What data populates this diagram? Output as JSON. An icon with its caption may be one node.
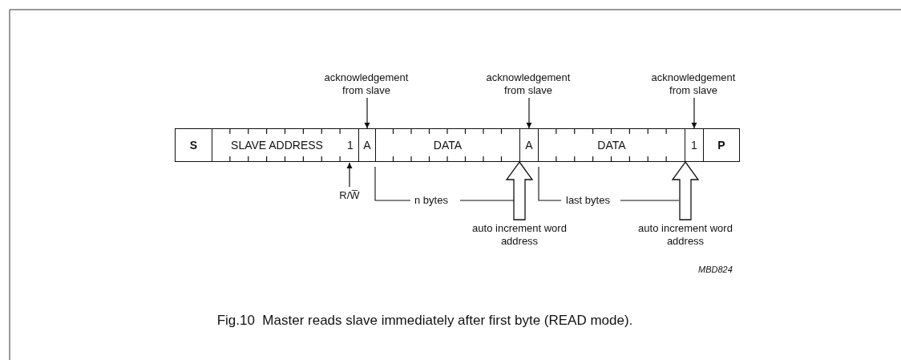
{
  "diagram": {
    "caption": "Fig.10  Master reads slave immediately after first byte (READ mode).",
    "nodes": [
      {
        "text": [
          "acknowledgement from slave"
        ]
      },
      {
        "text": [
          "acknowledgement from slave"
        ]
      },
      {
        "text": [
          "acknowledgement from slave"
        ]
      },
      {
        "text": [
          "S"
        ]
      },
      {
        "text": [
          "SLAVE ADDRESS"
        ]
      },
      {
        "text": [
          "1"
        ],
        "in": 4
      },
      {
        "text": [
          "A"
        ]
      },
      {
        "text": [
          "DATA"
        ]
      },
      {
        "text": [
          "A"
        ]
      },
      {
        "text": [
          "DATA"
        ]
      },
      {
        "text": [
          "1"
        ]
      },
      {
        "text": [
          "P"
        ]
      },
      {
        "text": [
          "R/W̅"
        ]
      },
      {
        "text": [
          "auto increment word address"
        ]
      },
      {
        "text": [
          "auto increment word address"
        ]
      }
    ],
    "edges": [
      {
        "from": 0,
        "to": 6,
        "arrow": "to"
      },
      {
        "from": 1,
        "to": 8,
        "arrow": "to"
      },
      {
        "from": 2,
        "to": 10,
        "arrow": "to"
      },
      {
        "from": 12,
        "to": 5,
        "arrow": "to"
      },
      {
        "from": 13,
        "to": null,
        "arrow": "to",
        "style": "thick"
      },
      {
        "from": 14,
        "to": null,
        "arrow": "to",
        "style": "thick"
      }
    ],
    "labels": [
      "n bytes",
      "last bytes",
      "MBD824"
    ]
  }
}
